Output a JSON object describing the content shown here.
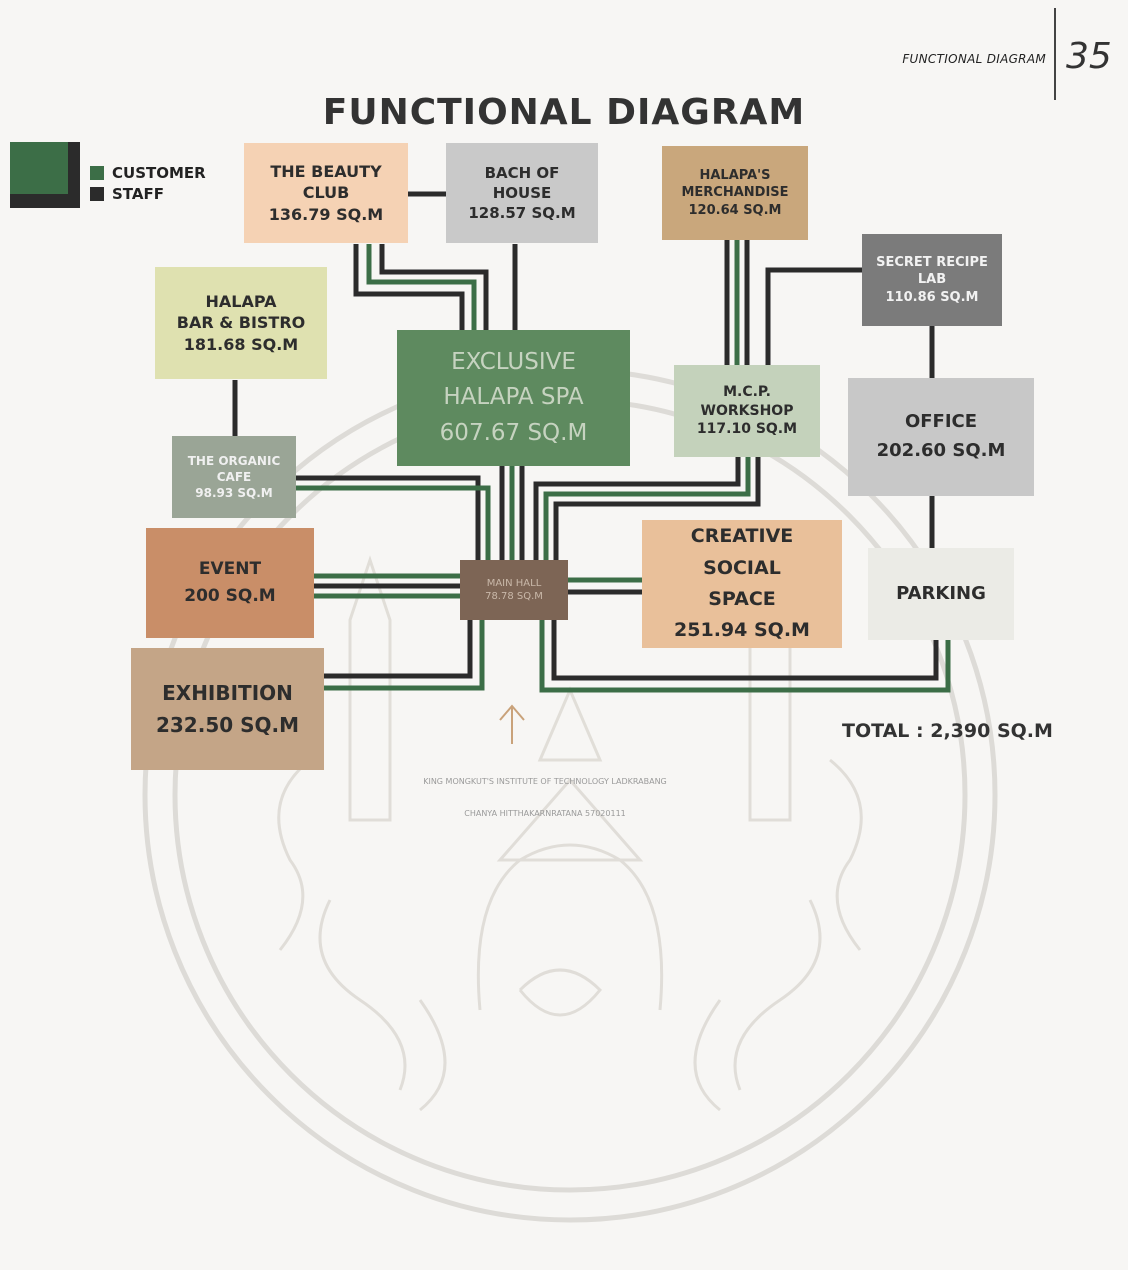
{
  "header": {
    "section": "FUNCTIONAL DIAGRAM",
    "page_number": "35"
  },
  "title": "FUNCTIONAL DIAGRAM",
  "legend": {
    "customer": "CUSTOMER",
    "staff": "STAFF",
    "customer_color": "#3c6e47",
    "staff_color": "#2b2b2b"
  },
  "rooms": {
    "beauty_club": {
      "name1": "THE BEAUTY",
      "name2": "CLUB",
      "area": "136.79 SQ.M",
      "color": "#f5d2b4"
    },
    "back_of_house": {
      "name1": "BACH OF",
      "name2": "HOUSE",
      "area": "128.57 SQ.M",
      "color": "#c9c9c9"
    },
    "merchandise": {
      "name1": "HALAPA'S",
      "name2": "MERCHANDISE",
      "area": "120.64 SQ.M",
      "color": "#c9a77c"
    },
    "bar_bistro": {
      "name1": "HALAPA",
      "name2": "BAR & BISTRO",
      "area": "181.68 SQ.M",
      "color": "#dfe1b0"
    },
    "spa": {
      "name1": "EXCLUSIVE",
      "name2": "HALAPA SPA",
      "area": "607.67 SQ.M",
      "color": "#5e8a5f"
    },
    "recipe_lab": {
      "name1": "SECRET RECIPE",
      "name2": "LAB",
      "area": "110.86 SQ.M",
      "color": "#7b7b7b"
    },
    "workshop": {
      "name1": "M.C.P.",
      "name2": "WORKSHOP",
      "area": "117.10 SQ.M",
      "color": "#c4d2bb"
    },
    "office": {
      "name1": "OFFICE",
      "area": "202.60 SQ.M",
      "color": "#c8c8c8"
    },
    "organic_cafe": {
      "name1": "THE ORGANIC",
      "name2": "CAFE",
      "area": "98.93 SQ.M",
      "color": "#9aa596"
    },
    "event": {
      "name1": "EVENT",
      "area": "200 SQ.M",
      "color": "#c98e68"
    },
    "main_hall": {
      "name1": "MAIN HALL",
      "area": "78.78 SQ.M",
      "color": "#7d6555"
    },
    "creative": {
      "name1": "CREATIVE",
      "name2": "SOCIAL",
      "name3": "SPACE",
      "area": "251.94 SQ.M",
      "color": "#e9c09a"
    },
    "parking": {
      "name1": "PARKING",
      "color": "#ebebe6"
    },
    "exhibition": {
      "name1": "EXHIBITION",
      "area": "232.50 SQ.M",
      "color": "#c4a587"
    }
  },
  "total": "TOTAL : 2,390 SQ.M",
  "credit": {
    "line1": "KING MONGKUT'S INSTITUTE OF TECHNOLOGY LADKRABANG",
    "line2": "CHANYA HITTHAKARNRATANA 57020111"
  }
}
